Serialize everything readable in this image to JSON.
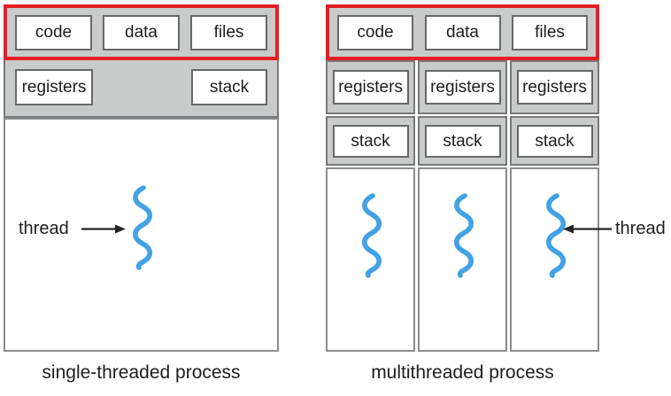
{
  "figure": {
    "left": {
      "caption": "single-threaded process",
      "boxes": [
        "code",
        "data",
        "files"
      ],
      "registers_label": "registers",
      "stack_label": "stack",
      "thread_label": "thread"
    },
    "right": {
      "caption": "multithreaded process",
      "boxes": [
        "code",
        "data",
        "files"
      ],
      "columns": [
        {
          "registers_label": "registers",
          "stack_label": "stack"
        },
        {
          "registers_label": "registers",
          "stack_label": "stack"
        },
        {
          "registers_label": "registers",
          "stack_label": "stack"
        }
      ],
      "thread_label": "thread"
    },
    "colors": {
      "shared_region_border_red": "#e41e25",
      "band_gray": "#c9cbcb",
      "thread_blue": "#42a2e5",
      "box_border_gray": "#66686b"
    }
  }
}
